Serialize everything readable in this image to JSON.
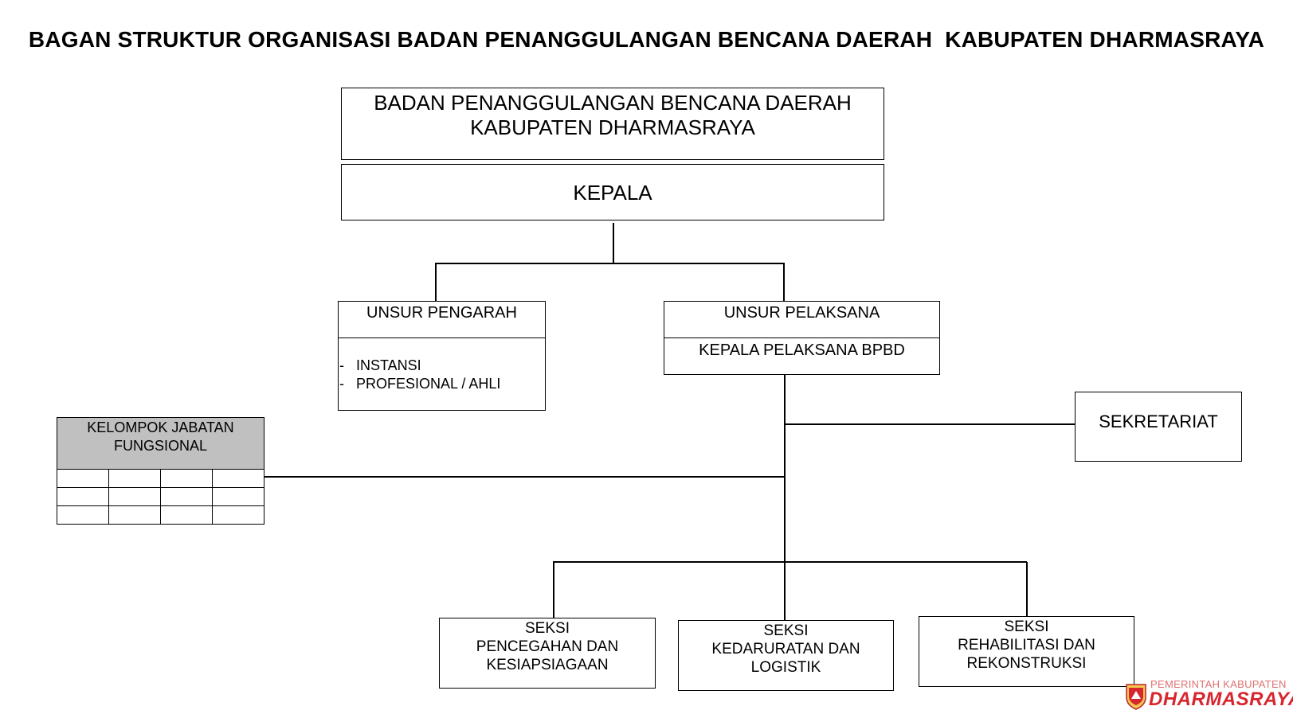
{
  "title": "BAGAN STRUKTUR ORGANISASI BADAN PENANGGULANGAN BENCANA DAERAH  KABUPATEN DHARMASRAYA",
  "header_box": {
    "line1": "BADAN PENANGGULANGAN BENCANA DAERAH",
    "line2": "KABUPATEN DHARMASRAYA"
  },
  "kepala": "KEPALA",
  "unsur_pengarah": {
    "title": "UNSUR PENGARAH",
    "items": [
      "INSTANSI",
      "PROFESIONAL / AHLI"
    ],
    "bullet": "-"
  },
  "unsur_pelaksana": {
    "title": "UNSUR PELAKSANA",
    "subtitle": "KEPALA PELAKSANA BPBD"
  },
  "sekretariat": "SEKRETARIAT",
  "kelompok_jabatan": {
    "line1": "KELOMPOK JABATAN",
    "line2": "FUNGSIONAL",
    "header_color": "#c0c0c0"
  },
  "seksi": [
    {
      "line1": "SEKSI",
      "line2": "PENCEGAHAN DAN",
      "line3": "KESIAPSIAGAAN"
    },
    {
      "line1": "SEKSI",
      "line2": "KEDARURATAN DAN",
      "line3": "LOGISTIK"
    },
    {
      "line1": "SEKSI",
      "line2": "REHABILITASI DAN",
      "line3": "REKONSTRUKSI"
    }
  ],
  "logo": {
    "small": "PEMERINTAH KABUPATEN",
    "big": "DHARMASRAYA",
    "icon": "dharmasraya-emblem-icon"
  }
}
